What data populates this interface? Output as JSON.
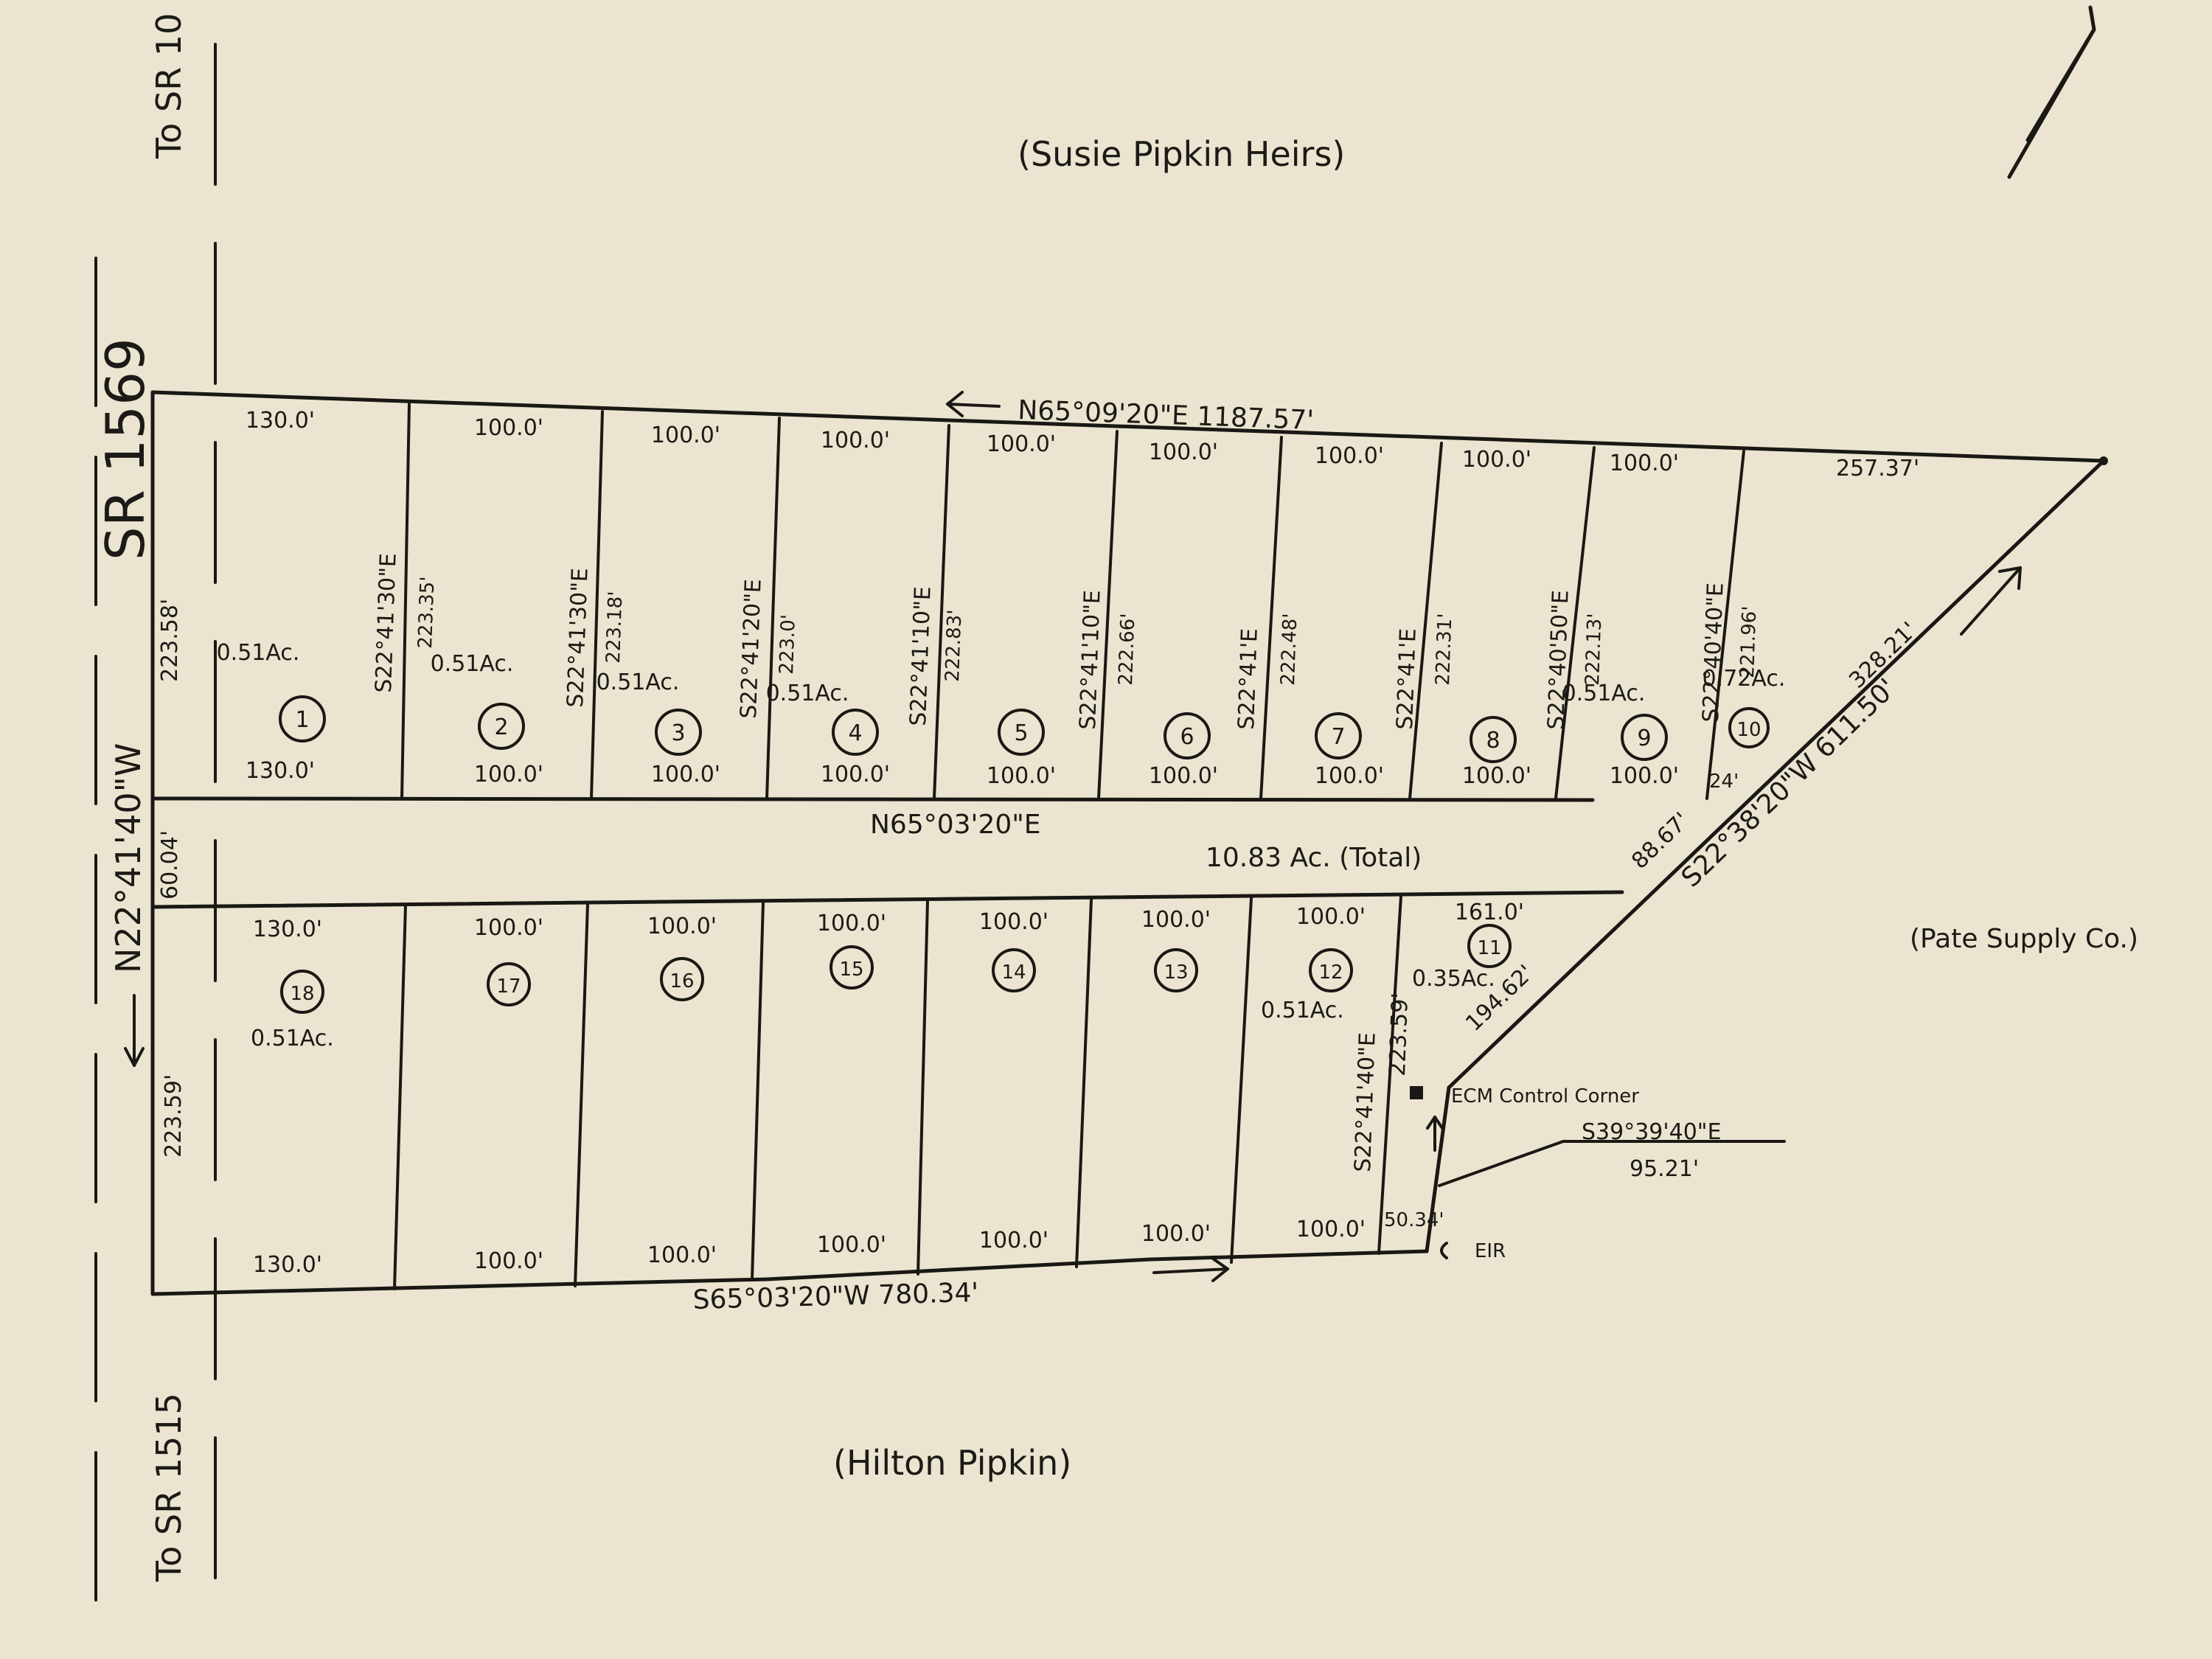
{
  "neighbors": {
    "north": "(Susie Pipkin Heirs)",
    "south": "(Hilton Pipkin)",
    "east": "(Pate Supply Co.)"
  },
  "roads": {
    "name": "SR 1569",
    "to_north": "To SR 10",
    "to_south": "To SR 1515",
    "west_bearing": "N22°41'40\"W",
    "west_dim_top": "223.58'",
    "west_dim_street": "60.04'",
    "west_dim_bottom": "223.59'"
  },
  "boundary": {
    "north_bearing": "N65°09'20\"E  1187.57'",
    "center_bearing": "N65°03'20\"E",
    "total_area": "10.83 Ac. (Total)",
    "south_bearing": "S65°03'20\"W  780.34'",
    "diag_bearing": "S22°38'20\"W  611.50'",
    "diag_upper": "328.21'",
    "diag_lower": "88.67'",
    "diag_lot11": "194.62'",
    "ne_dim": "257.37'",
    "corner_bearing": "S39°39'40\"E",
    "corner_distance": "95.21'",
    "control_corner": "ECM Control Corner",
    "eir": "EIR",
    "small_dim": "50.34'",
    "gap_dim": "24'"
  },
  "top_lots": [
    {
      "num": "1",
      "front": "130.0'",
      "back": "130.0'",
      "area": "0.51Ac.",
      "bearing": "S22°41'30\"E",
      "depth": "223.35'"
    },
    {
      "num": "2",
      "front": "100.0'",
      "back": "100.0'",
      "area": "0.51Ac.",
      "bearing": "S22°41'30\"E",
      "depth": "223.18'"
    },
    {
      "num": "3",
      "front": "100.0'",
      "back": "100.0'",
      "area": "0.51Ac.",
      "bearing": "S22°41'20\"E",
      "depth": "223.0'"
    },
    {
      "num": "4",
      "front": "100.0'",
      "back": "100.0'",
      "area": "0.51Ac.",
      "bearing": "S22°41'10\"E",
      "depth": "222.83'"
    },
    {
      "num": "5",
      "front": "100.0'",
      "back": "100.0'",
      "area": "",
      "bearing": "S22°41'10\"E",
      "depth": "222.66'"
    },
    {
      "num": "6",
      "front": "100.0'",
      "back": "100.0'",
      "area": "",
      "bearing": "S22°41'E",
      "depth": "222.48'"
    },
    {
      "num": "7",
      "front": "100.0'",
      "back": "100.0'",
      "area": "",
      "bearing": "S22°41'E",
      "depth": "222.31'"
    },
    {
      "num": "8",
      "front": "100.0'",
      "back": "100.0'",
      "area": "",
      "bearing": "S22°40'50\"E",
      "depth": "222.13'"
    },
    {
      "num": "9",
      "front": "100.0'",
      "back": "100.0'",
      "area": "0.51Ac.",
      "bearing": "S22°40'40\"E",
      "depth": "221.96'"
    },
    {
      "num": "10",
      "front": "",
      "back": "",
      "area": "0.72Ac.",
      "bearing": "",
      "depth": ""
    }
  ],
  "bottom_lots": [
    {
      "num": "18",
      "front": "130.0'",
      "back": "130.0'",
      "area": "0.51Ac."
    },
    {
      "num": "17",
      "front": "100.0'",
      "back": "100.0'",
      "area": ""
    },
    {
      "num": "16",
      "front": "100.0'",
      "back": "100.0'",
      "area": ""
    },
    {
      "num": "15",
      "front": "100.0'",
      "back": "100.0'",
      "area": ""
    },
    {
      "num": "14",
      "front": "100.0'",
      "back": "100.0'",
      "area": ""
    },
    {
      "num": "13",
      "front": "100.0'",
      "back": "100.0'",
      "area": ""
    },
    {
      "num": "12",
      "front": "100.0'",
      "back": "100.0'",
      "area": "0.51Ac."
    },
    {
      "num": "11",
      "front": "161.0'",
      "back": "",
      "area": "0.35Ac."
    }
  ],
  "lot12_side": {
    "bearing": "S22°41'40\"E",
    "depth": "223.59'"
  }
}
